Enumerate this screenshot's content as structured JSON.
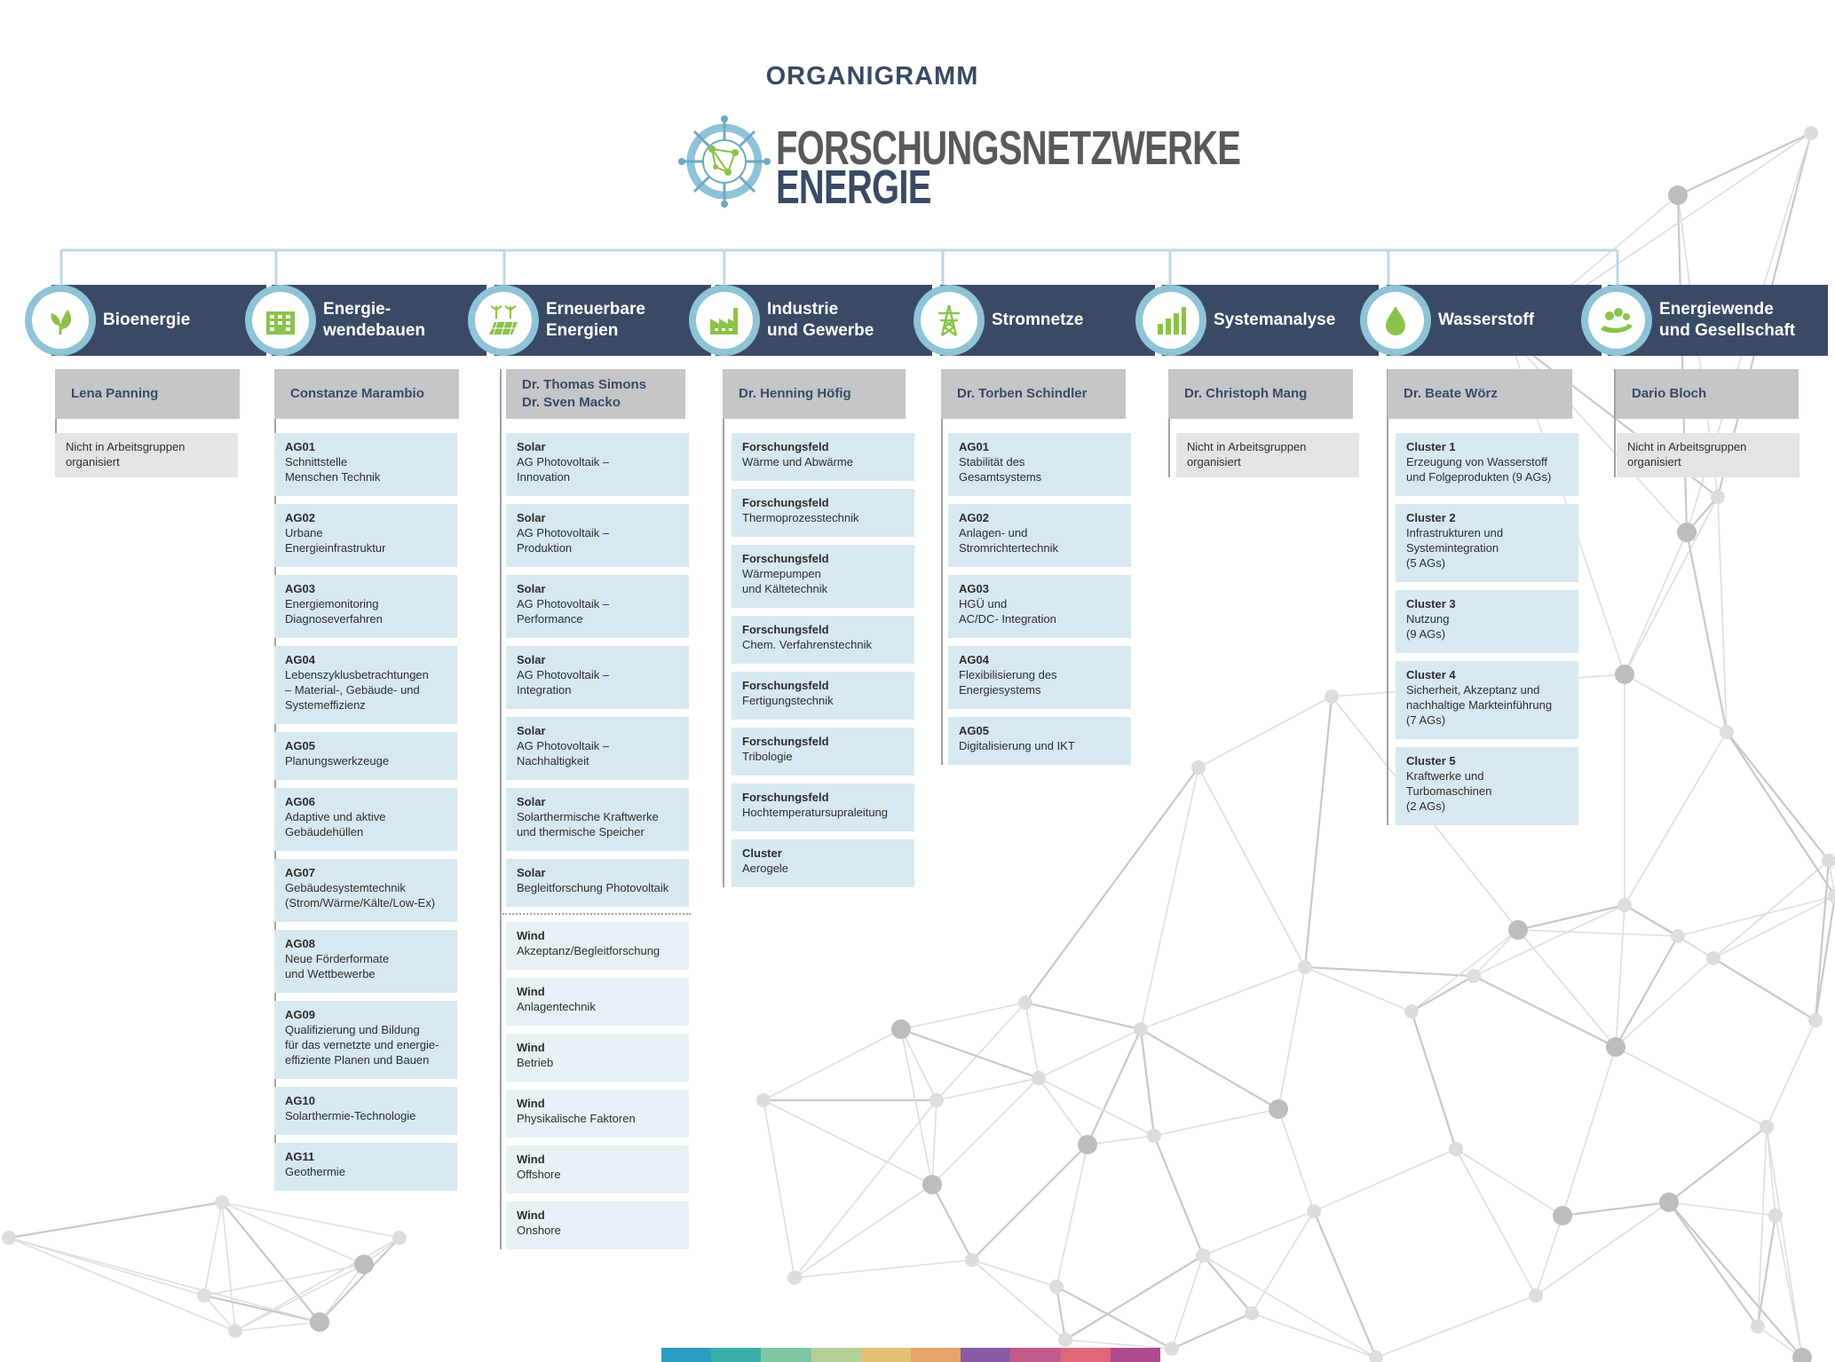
{
  "page": {
    "title": "ORGANIGRAMM",
    "logo_line1": "FORSCHUNGSNETZWERKE",
    "logo_line2": "ENERGIE",
    "colors": {
      "header_bg": "#3a4a64",
      "icon_green": "#8bc34a",
      "ring_blue": "#8fc3d7",
      "lead_grey": "#c5c6c8",
      "box_blue": "#d8e8f0",
      "box_light": "#e7f1f5",
      "box_grey": "#e3e4e5"
    }
  },
  "networks": [
    {
      "name": "Bioenergie",
      "icon": "leaf-icon",
      "lead": [
        "Lena Panning"
      ],
      "items": [
        {
          "title": "",
          "lines": [
            "Nicht in Arbeitsgruppen",
            "organisiert"
          ],
          "style": "grey"
        }
      ]
    },
    {
      "name": "Energie-\nwendebauen",
      "name_lines": [
        "Energie-",
        "wendebauen"
      ],
      "icon": "building-icon",
      "lead": [
        "Constanze Marambio"
      ],
      "items": [
        {
          "title": "AG01",
          "lines": [
            "Schnittstelle",
            "Menschen Technik"
          ]
        },
        {
          "title": "AG02",
          "lines": [
            "Urbane",
            "Energieinfrastruktur"
          ]
        },
        {
          "title": "AG03",
          "lines": [
            "Energiemonitoring",
            "Diagnoseverfahren"
          ]
        },
        {
          "title": "AG04",
          "lines": [
            "Lebenszyklusbetrachtungen",
            "– Material-, Gebäude- und",
            "Systemeffizienz"
          ]
        },
        {
          "title": "AG05",
          "lines": [
            "Planungswerkzeuge"
          ]
        },
        {
          "title": "AG06",
          "lines": [
            "Adaptive und aktive",
            "Gebäudehüllen"
          ]
        },
        {
          "title": "AG07",
          "lines": [
            "Gebäudesystemtechnik",
            "(Strom/Wärme/Kälte/Low-Ex)"
          ]
        },
        {
          "title": "AG08",
          "lines": [
            "Neue Förderformate",
            "und Wettbewerbe"
          ]
        },
        {
          "title": "AG09",
          "lines": [
            "Qualifizierung und Bildung",
            "für das vernetzte und energie-",
            "effiziente Planen und Bauen"
          ]
        },
        {
          "title": "AG10",
          "lines": [
            "Solarthermie-Technologie"
          ]
        },
        {
          "title": "AG11",
          "lines": [
            "Geothermie"
          ]
        }
      ]
    },
    {
      "name_lines": [
        "Erneuerbare",
        "Energien"
      ],
      "icon": "wind-solar-icon",
      "lead": [
        "Dr. Thomas Simons",
        "Dr. Sven Macko"
      ],
      "items": [
        {
          "title": "Solar",
          "lines": [
            "AG Photovoltaik –",
            "Innovation"
          ]
        },
        {
          "title": "Solar",
          "lines": [
            "AG Photovoltaik –",
            "Produktion"
          ]
        },
        {
          "title": "Solar",
          "lines": [
            "AG Photovoltaik –",
            "Performance"
          ]
        },
        {
          "title": "Solar",
          "lines": [
            "AG Photovoltaik –",
            "Integration"
          ]
        },
        {
          "title": "Solar",
          "lines": [
            "AG Photovoltaik –",
            "Nachhaltigkeit"
          ]
        },
        {
          "title": "Solar",
          "lines": [
            "Solarthermische Kraftwerke",
            "und thermische Speicher"
          ]
        },
        {
          "title": "Solar",
          "lines": [
            "Begleitforschung Photovoltaik"
          ]
        },
        {
          "title": "Wind",
          "lines": [
            "Akzeptanz/Begleitforschung"
          ],
          "style": "light"
        },
        {
          "title": "Wind",
          "lines": [
            " Anlagentechnik"
          ],
          "style": "light"
        },
        {
          "title": "Wind",
          "lines": [
            "Betrieb"
          ],
          "style": "light"
        },
        {
          "title": "Wind",
          "lines": [
            "Physikalische Faktoren"
          ],
          "style": "light"
        },
        {
          "title": "Wind",
          "lines": [
            "Offshore"
          ],
          "style": "light"
        },
        {
          "title": "Wind",
          "lines": [
            "Onshore"
          ],
          "style": "light"
        }
      ]
    },
    {
      "name_lines": [
        "Industrie",
        "und Gewerbe"
      ],
      "icon": "factory-icon",
      "lead": [
        "Dr. Henning Höfig"
      ],
      "items": [
        {
          "title": "Forschungsfeld",
          "lines": [
            "Wärme und Abwärme"
          ]
        },
        {
          "title": "Forschungsfeld",
          "lines": [
            "Thermoprozesstechnik"
          ]
        },
        {
          "title": "Forschungsfeld",
          "lines": [
            "Wärmepumpen",
            "und Kältetechnik"
          ]
        },
        {
          "title": "Forschungsfeld",
          "lines": [
            "Chem. Verfahrenstechnik"
          ]
        },
        {
          "title": "Forschungsfeld",
          "lines": [
            "Fertigungstechnik"
          ]
        },
        {
          "title": "Forschungsfeld",
          "lines": [
            "Tribologie"
          ]
        },
        {
          "title": "Forschungsfeld",
          "lines": [
            "Hochtemperatursupraleitung"
          ]
        },
        {
          "title": "Cluster",
          "lines": [
            "Aerogele"
          ]
        }
      ]
    },
    {
      "name_lines": [
        "Stromnetze"
      ],
      "icon": "power-pylon-icon",
      "lead": [
        "Dr. Torben Schindler"
      ],
      "items": [
        {
          "title": "AG01",
          "lines": [
            "Stabilität des",
            "Gesamtsystems"
          ]
        },
        {
          "title": "AG02",
          "lines": [
            "Anlagen- und",
            "Stromrichtertechnik"
          ]
        },
        {
          "title": "AG03",
          "lines": [
            "HGÜ und",
            "AC/DC- Integration"
          ]
        },
        {
          "title": "AG04",
          "lines": [
            "Flexibilisierung des",
            "Energiesystems"
          ]
        },
        {
          "title": "AG05",
          "lines": [
            "Digitalisierung und IKT"
          ]
        }
      ]
    },
    {
      "name_lines": [
        "Systemanalyse"
      ],
      "icon": "bar-chart-icon",
      "lead": [
        "Dr. Christoph Mang"
      ],
      "items": [
        {
          "title": "",
          "lines": [
            "Nicht in Arbeitsgruppen",
            "organisiert"
          ],
          "style": "grey"
        }
      ]
    },
    {
      "name_lines": [
        "Wasserstoff"
      ],
      "icon": "water-drop-icon",
      "lead": [
        "Dr. Beate Wörz"
      ],
      "items": [
        {
          "title": "Cluster 1",
          "lines": [
            "Erzeugung von Wasserstoff",
            "und Folgeprodukten (9 AGs)"
          ]
        },
        {
          "title": "Cluster 2",
          "lines": [
            "Infrastrukturen und",
            "Systemintegration",
            "(5 AGs)"
          ]
        },
        {
          "title": "Cluster 3",
          "lines": [
            "Nutzung",
            "(9 AGs)"
          ]
        },
        {
          "title": "Cluster 4",
          "lines": [
            "Sicherheit, Akzeptanz und",
            "nachhaltige Markteinführung",
            "(7 AGs)"
          ]
        },
        {
          "title": "Cluster 5",
          "lines": [
            "Kraftwerke und",
            "Turbomaschinen",
            "(2 AGs)"
          ]
        }
      ]
    },
    {
      "name_lines": [
        "Energiewende",
        "und Gesellschaft"
      ],
      "icon": "people-icon",
      "lead": [
        "Dario Bloch"
      ],
      "items": [
        {
          "title": "",
          "lines": [
            "Nicht in Arbeitsgruppen",
            "organisiert"
          ],
          "style": "grey"
        }
      ]
    }
  ]
}
